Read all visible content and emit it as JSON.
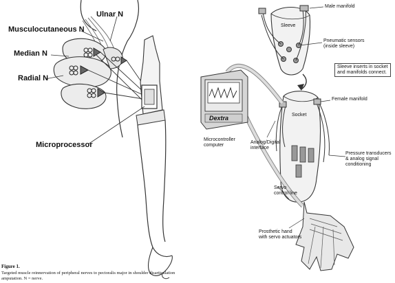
{
  "left_figure": {
    "labels": {
      "ulnar": "Ulnar N",
      "musculocutaneous": "Musculocutaneous N",
      "median": "Median N",
      "radial": "Radial N",
      "microprocessor": "Microprocessor"
    },
    "caption": {
      "title": "Figure 1.",
      "text": "Targeted muscle reinnervation of peripheral nerves to pectoralis major in shoulder disarticulation amputation. N = nerve."
    }
  },
  "right_figure": {
    "labels": {
      "male_manifold": "Male manifold",
      "sleeve": "Sleeve",
      "pneumatic_sensors": "Pneumatic sensors\n(inside sleeve)",
      "sleeve_inserts": "Sleeve inserts in socket\nand manifolds connect.",
      "female_manifold": "Female manifold",
      "socket": "Socket",
      "monitor_brand": "Dextra",
      "microcontroller": "Microcontroller\ncomputer",
      "interface": "Analog/Digital\ninterface",
      "pressure_transducers": "Pressure transducers\n& analog signal\nconditioning",
      "servo_line": "Servo\ncontrol line",
      "prosthetic_hand": "Prosthetic hand\nwith servo actuators"
    }
  }
}
